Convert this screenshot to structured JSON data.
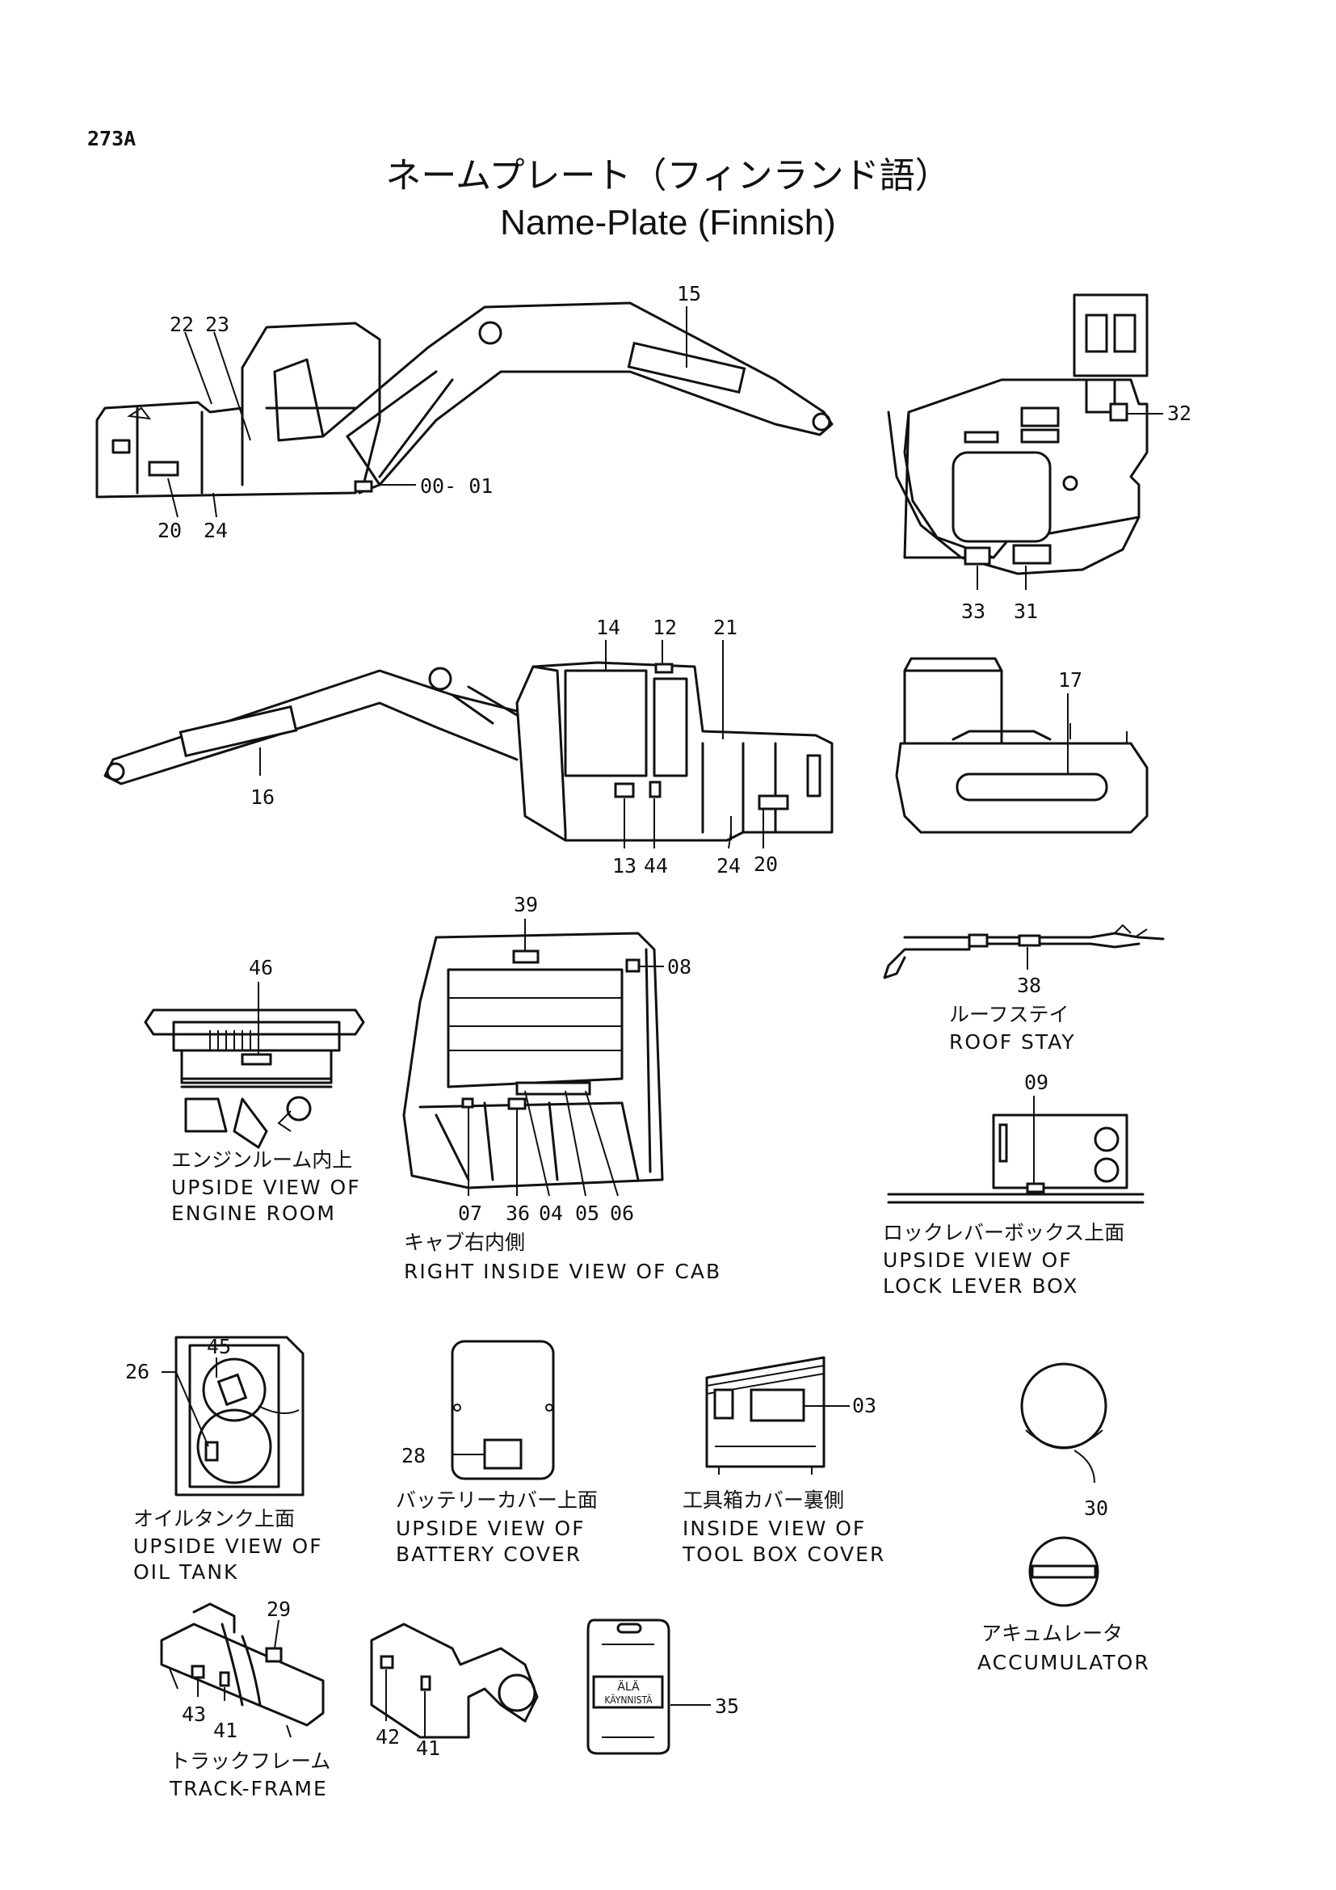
{
  "page": {
    "code": "273A",
    "title_jp": "ネームプレート（フィンランド語）",
    "title_en": "Name-Plate (Finnish)"
  },
  "callouts": {
    "c15": "15",
    "c22": "22",
    "c23": "23",
    "c20a": "20",
    "c24a": "24",
    "c0001": "00- 01",
    "c32": "32",
    "c33": "33",
    "c31": "31",
    "c14": "14",
    "c12": "12",
    "c21": "21",
    "c16": "16",
    "c13": "13",
    "c44": "44",
    "c24b": "24",
    "c20b": "20",
    "c17": "17",
    "c46": "46",
    "c39": "39",
    "c08": "08",
    "c07": "07",
    "c36": "36",
    "c04": "04",
    "c05": "05",
    "c06": "06",
    "c38": "38",
    "c09": "09",
    "c45": "45",
    "c26": "26",
    "c28": "28",
    "c03": "03",
    "c30": "30",
    "c29": "29",
    "c43": "43",
    "c41a": "41",
    "c42": "42",
    "c41b": "41",
    "c35": "35"
  },
  "tag": {
    "line1": "ÄLÄ",
    "line2": "KÄYNNISTÄ"
  },
  "captions": {
    "engine_room": {
      "jp": "エンジンルーム内上",
      "en1": "UPSIDE VIEW OF",
      "en2": "ENGINE ROOM"
    },
    "cab": {
      "jp": "キャブ右内側",
      "en": "RIGHT INSIDE VIEW OF CAB"
    },
    "roof_stay": {
      "jp": "ルーフステイ",
      "en": "ROOF STAY"
    },
    "lock_lever": {
      "jp": "ロックレバーボックス上面",
      "en1": "UPSIDE VIEW OF",
      "en2": "LOCK LEVER BOX"
    },
    "oil_tank": {
      "jp": "オイルタンク上面",
      "en1": "UPSIDE VIEW OF",
      "en2": "OIL TANK"
    },
    "battery": {
      "jp": "バッテリーカバー上面",
      "en1": "UPSIDE VIEW OF",
      "en2": "BATTERY COVER"
    },
    "tool_box": {
      "jp": "工具箱カバー裏側",
      "en1": "INSIDE VIEW OF",
      "en2": "TOOL BOX COVER"
    },
    "accumulator": {
      "jp": "アキュムレータ",
      "en": "ACCUMULATOR"
    },
    "track_frame": {
      "jp": "トラックフレーム",
      "en": "TRACK-FRAME"
    }
  }
}
